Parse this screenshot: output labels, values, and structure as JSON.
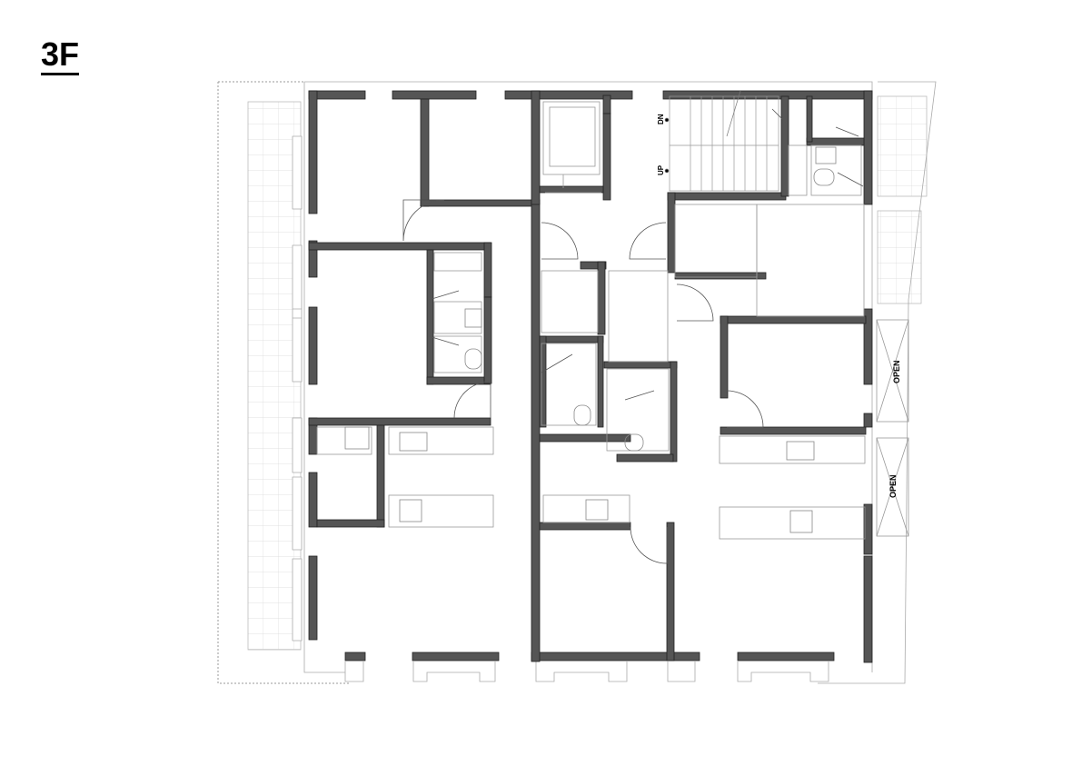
{
  "floor_label": "3F",
  "stair_labels": {
    "down": "DN",
    "up": "UP"
  },
  "void_labels": [
    "OPEN",
    "OPEN"
  ],
  "colors": {
    "wall": "#555555",
    "line": "#9a9a9a",
    "thin": "#b5b5b5"
  }
}
